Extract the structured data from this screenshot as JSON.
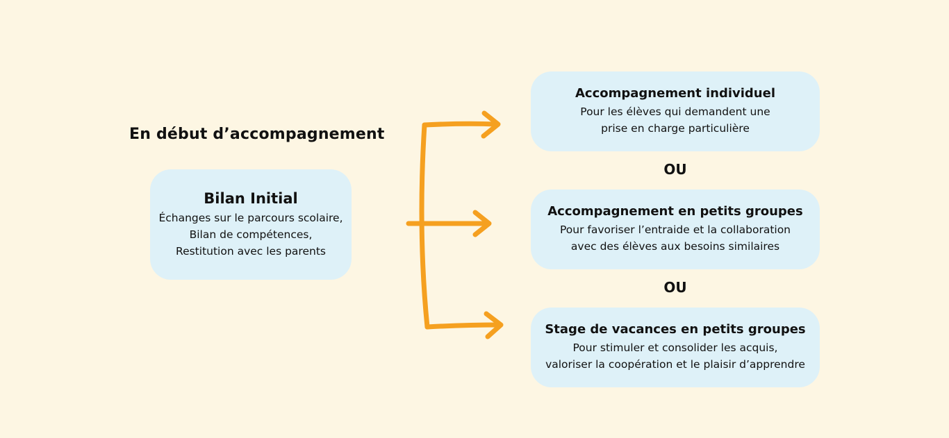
{
  "heading": "En début d’accompagnement",
  "bilan": {
    "title": "Bilan Initial",
    "lines": [
      "Échanges sur le parcours scolaire,",
      "Bilan de compétences,",
      "Restitution avec les parents"
    ]
  },
  "options": [
    {
      "title": "Accompagnement individuel",
      "lines": [
        "Pour les élèves qui demandent une",
        "prise en charge particulière"
      ]
    },
    {
      "title": "Accompagnement en petits groupes",
      "lines": [
        "Pour favoriser l’entraide et la collaboration",
        "avec des élèves aux besoins similaires"
      ]
    },
    {
      "title": "Stage de vacances en petits groupes",
      "lines": [
        "Pour stimuler et consolider les acquis,",
        "valoriser la coopération et le plaisir d’apprendre"
      ]
    }
  ],
  "separators": [
    "OU",
    "OU"
  ],
  "colors": {
    "background": "#fdf6e3",
    "box": "#def1f8",
    "arrow": "#f5a020",
    "text": "#111111"
  }
}
